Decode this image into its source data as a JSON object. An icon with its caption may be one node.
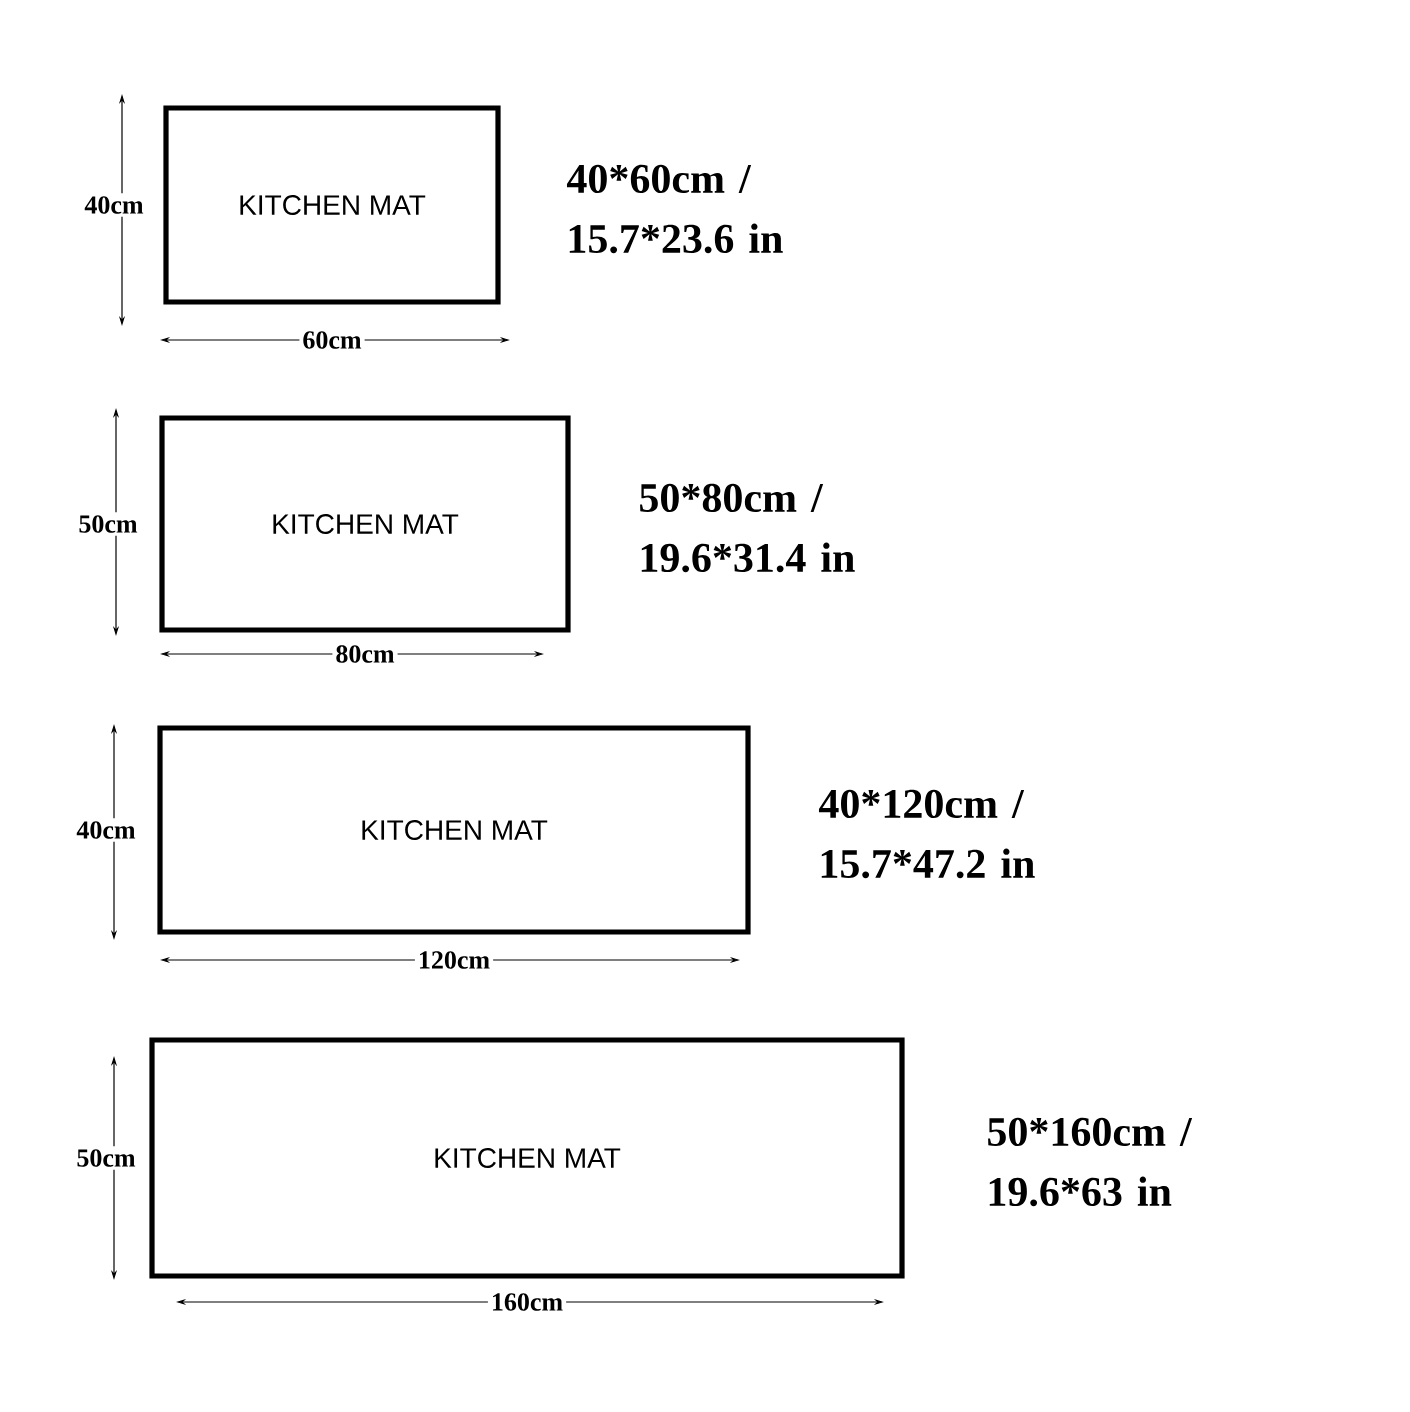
{
  "diagram": {
    "nodes": [
      {
        "text": [
          "KITCHEN MAT"
        ],
        "beside": [
          "40*60cm / 15.7*23.6 in"
        ]
      },
      {
        "text": [
          "KITCHEN MAT"
        ],
        "beside": [
          "50*80cm / 19.6*31.4 in"
        ]
      },
      {
        "text": [
          "KITCHEN MAT"
        ],
        "beside": [
          "40*120cm / 15.7*47.2 in"
        ]
      },
      {
        "text": [
          "KITCHEN MAT"
        ],
        "beside": [
          "50*160cm / 19.6*63 in"
        ]
      }
    ],
    "labels": [
      "40cm",
      "60cm",
      "50cm",
      "80cm",
      "40cm",
      "120cm",
      "50cm",
      "160cm"
    ]
  }
}
